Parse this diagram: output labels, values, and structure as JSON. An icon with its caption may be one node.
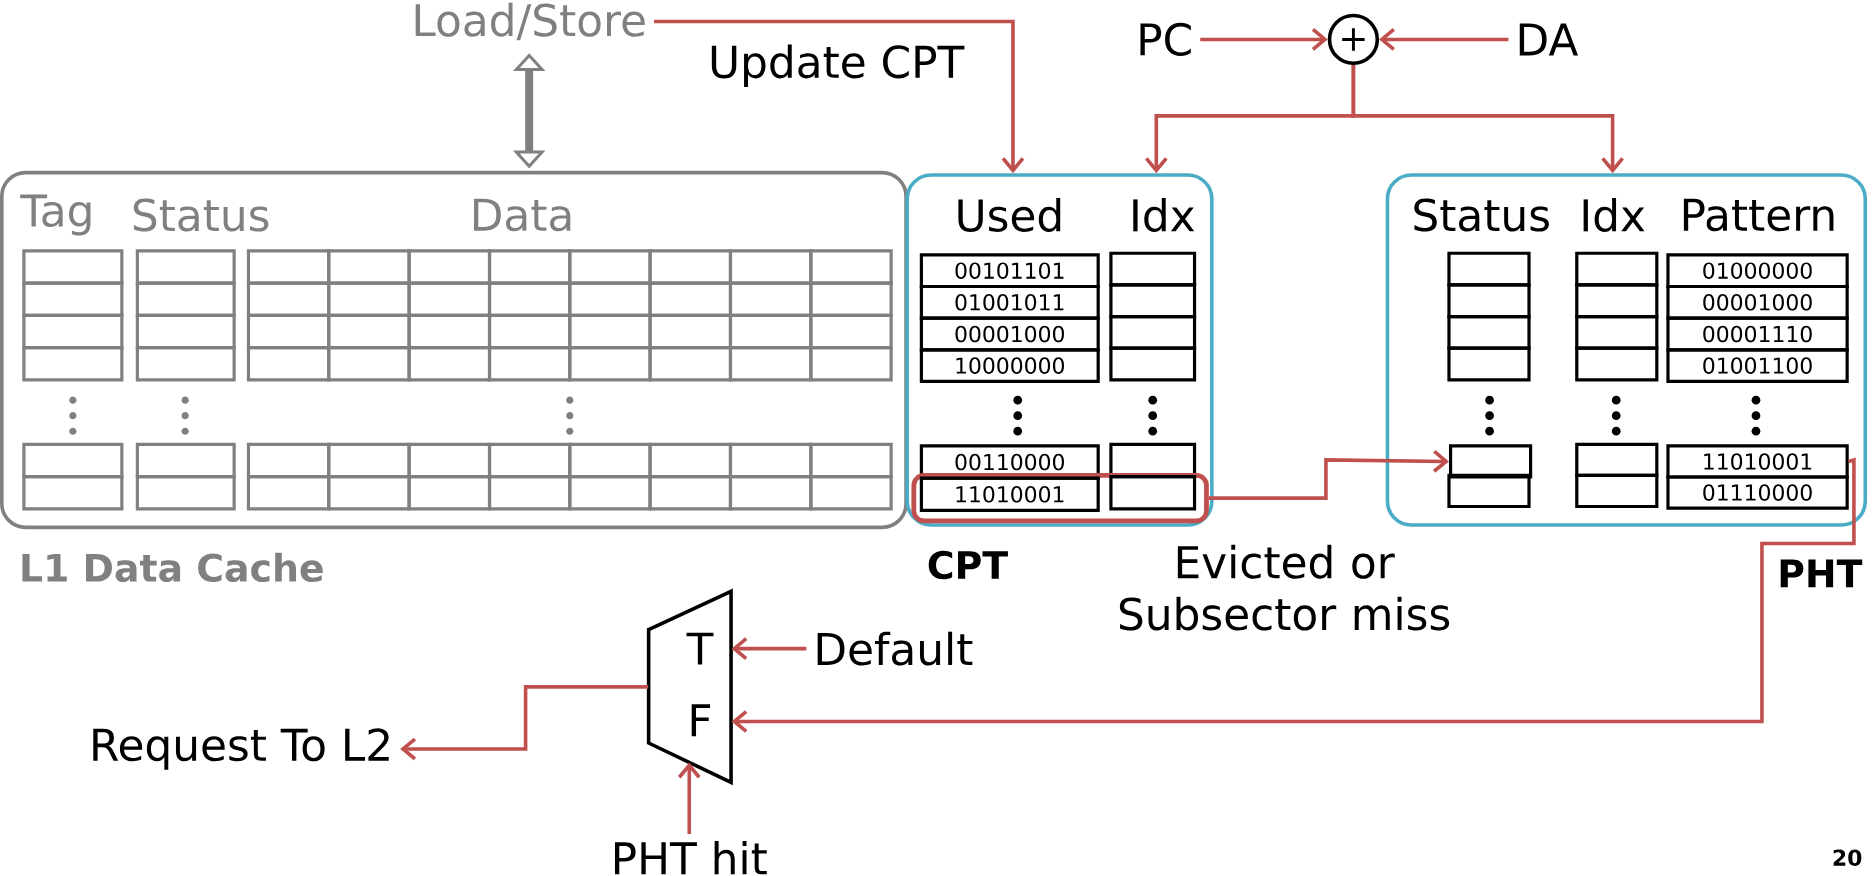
{
  "diagram": {
    "nodes": [
      {
        "text": [
          "Load/Store"
        ]
      },
      {
        "text": [
          "Tag",
          "Status",
          "Data",
          "L1 Data Cache"
        ]
      },
      {
        "text": [
          "Used",
          "Idx",
          "CPT"
        ]
      },
      {
        "text": [
          "11010001"
        ],
        "in": 2
      },
      {
        "text": [
          "Status",
          "Idx",
          "Pattern",
          "PHT"
        ]
      },
      {
        "text": [],
        "shape": "box",
        "in": 4
      },
      {
        "text": [
          "11010001"
        ],
        "in": 4
      },
      {
        "text": [
          "PC"
        ]
      },
      {
        "text": [
          "+"
        ]
      },
      {
        "text": [
          "DA"
        ]
      },
      {
        "text": [
          "T",
          "F"
        ]
      },
      {
        "text": [
          "Default"
        ]
      },
      {
        "text": [
          "Request To L2"
        ]
      },
      {
        "text": [
          "PHT hit"
        ]
      }
    ],
    "edges": [
      {
        "from": 0,
        "to": 2,
        "arrow": "to",
        "label": "Update CPT"
      },
      {
        "from": 0,
        "to": 1,
        "arrow": "both",
        "style": "thick",
        "color": "#808080"
      },
      {
        "from": 7,
        "to": 8,
        "arrow": "to"
      },
      {
        "from": 9,
        "to": 8,
        "arrow": "to"
      },
      {
        "from": 8,
        "to": 2,
        "arrow": "to"
      },
      {
        "from": 8,
        "to": 4,
        "arrow": "to"
      },
      {
        "from": 3,
        "to": 5,
        "arrow": "to",
        "label": "Evicted or Subsector miss"
      },
      {
        "from": 6,
        "to": 10,
        "arrow": "to"
      },
      {
        "from": 11,
        "to": 10,
        "arrow": "to"
      },
      {
        "from": 13,
        "to": 10,
        "arrow": "to"
      },
      {
        "from": 10,
        "to": 12,
        "arrow": "to"
      }
    ],
    "labels": [
      "00101101",
      "01001011",
      "00001000",
      "10000000",
      "00110000",
      "01000000",
      "00001000",
      "00001110",
      "01001100",
      "01110000",
      "20"
    ]
  }
}
